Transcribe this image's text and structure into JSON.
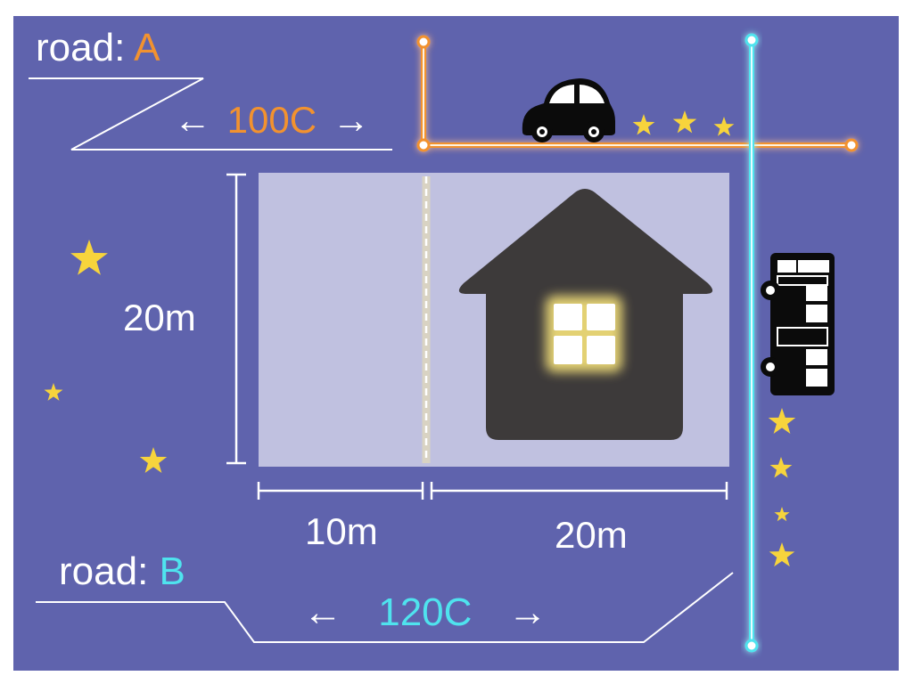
{
  "road_a": {
    "prefix": "road: ",
    "letter": "A",
    "cost": "100C",
    "color": "#f2922f"
  },
  "road_b": {
    "prefix": "road: ",
    "letter": "B",
    "cost": "120C",
    "color": "#4fe3ee"
  },
  "arrows": {
    "left": "←",
    "right": "→"
  },
  "dimensions": {
    "height": "20m",
    "left_width": "10m",
    "right_width": "20m"
  },
  "colors": {
    "background": "#5f63ad",
    "lot": "#c0c1e0",
    "house": "#3d3a3a",
    "window_glow": "#f6e27a",
    "star": "#f7d43c",
    "line": "#ffffff"
  },
  "icons": [
    "car-icon",
    "bus-icon",
    "house-icon",
    "star-icon"
  ]
}
